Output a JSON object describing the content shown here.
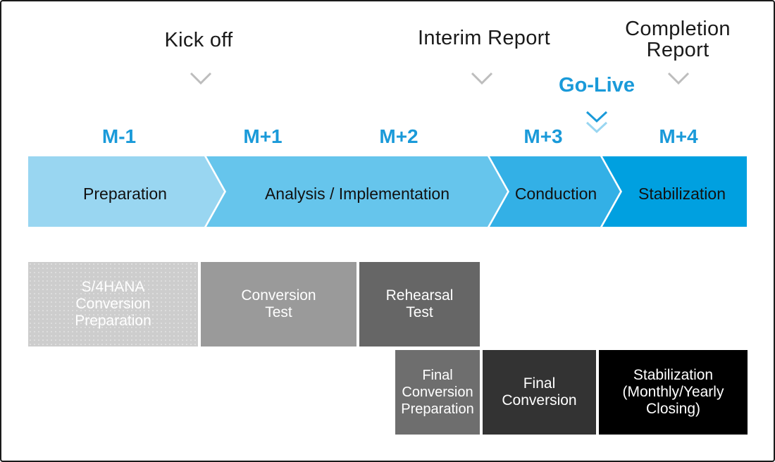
{
  "milestones": [
    {
      "label": "Kick off"
    },
    {
      "label": "Interim Report"
    },
    {
      "label": "Completion\nReport"
    }
  ],
  "go_live": {
    "label": "Go-Live",
    "color": "#1a9ad9"
  },
  "months": [
    {
      "label": "M-1"
    },
    {
      "label": "M+1"
    },
    {
      "label": "M+2"
    },
    {
      "label": "M+3"
    },
    {
      "label": "M+4"
    }
  ],
  "month_color": "#1a9ad9",
  "phases": [
    {
      "label": "Preparation",
      "color": "#99d6f1"
    },
    {
      "label": "Analysis / Implementation",
      "color": "#66c5ec"
    },
    {
      "label": "Conduction",
      "color": "#33b0e6"
    },
    {
      "label": "Stabilization",
      "color": "#00a0e0"
    }
  ],
  "tasks": [
    {
      "label": "S/4HANA\nConversion\nPreparation",
      "color": "#cdcdcd"
    },
    {
      "label": "Conversion\nTest",
      "color": "#9a9a9a"
    },
    {
      "label": "Rehearsal\nTest",
      "color": "#666666"
    },
    {
      "label": "Final\nConversion\nPreparation",
      "color": "#6e6e6e"
    },
    {
      "label": "Final\nConversion",
      "color": "#333333"
    },
    {
      "label": "Stabilization\n(Monthly/Yearly\nClosing)",
      "color": "#000000"
    }
  ],
  "icons": {
    "milestone": "chevron-down-icon",
    "go_live": "double-chevron-down-icon"
  }
}
